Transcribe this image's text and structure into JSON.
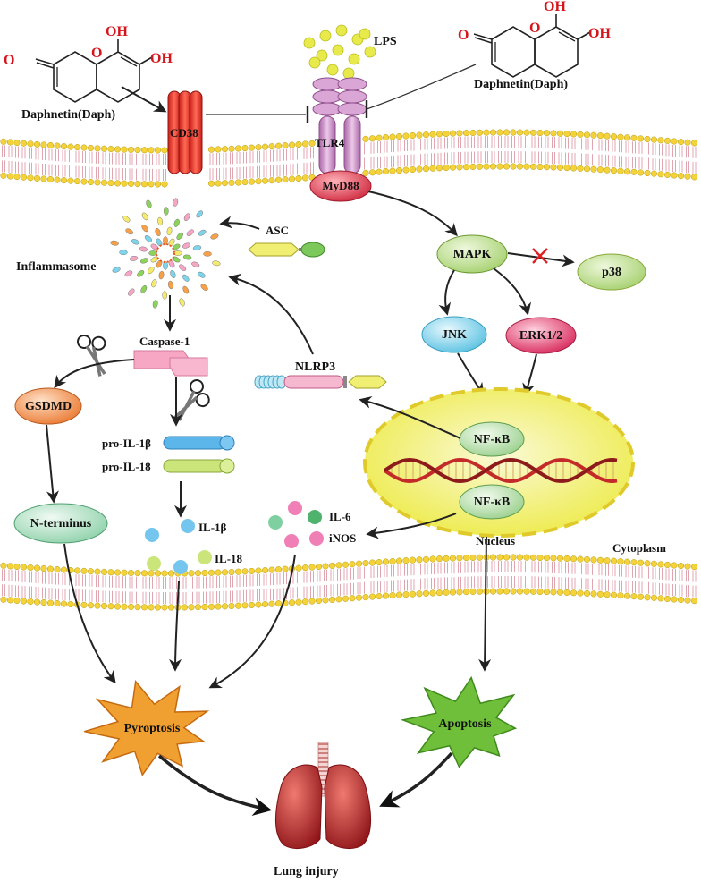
{
  "drug_left": {
    "name": "Daphnetin(Daph)",
    "oh1": "OH",
    "oh2": "OH",
    "carbonyl": "O",
    "ring_o": "O"
  },
  "drug_right": {
    "name": "Daphnetin(Daph)",
    "oh1": "OH",
    "oh2": "OH",
    "carbonyl": "O",
    "ring_o": "O"
  },
  "receptors": {
    "cd38": "CD38",
    "tlr4": "TLR4",
    "myd88": "MyD88",
    "lps": "LPS"
  },
  "mapk_branch": {
    "mapk": "MAPK",
    "p38": "p38",
    "jnk": "JNK",
    "erk": "ERK1/2"
  },
  "nucleus": {
    "nfkb_top": "NF-κB",
    "nfkb_bottom": "NF-κB",
    "label": "Nucleus"
  },
  "compartments": {
    "cytoplasm": "Cytoplasm"
  },
  "inflammasome": {
    "label": "Inflammasome",
    "asc": "ASC",
    "nlrp3": "NLRP3",
    "caspase": "Caspase-1",
    "gsdmd": "GSDMD",
    "n_terminus": "N-terminus",
    "pro_il1b": "pro-IL-1β",
    "pro_il18": "pro-IL-18",
    "il1b": "IL-1β",
    "il18": "IL-18"
  },
  "cytokines": {
    "il6": "IL-6",
    "inos": "iNOS"
  },
  "outcomes": {
    "pyroptosis": "Pyroptosis",
    "apoptosis": "Apoptosis",
    "lung_injury": "Lung injury"
  },
  "colors": {
    "cd38": "#e0322b",
    "tlr4": "#c786c2",
    "myd88": "#d6334b",
    "lps": "#e7ea4a",
    "mapk": "#b3d85a",
    "p38": "#cfe36a",
    "jnk": "#7fd3ea",
    "erk": "#e0366a",
    "nfkb": "#c5e7b7",
    "nucleus": "#f2ef62",
    "gsdmd": "#f08a45",
    "nterm": "#a9dcc0",
    "pyroptosis": "#f0a030",
    "apoptosis": "#6fbf3a",
    "lung": "#b81f25",
    "membrane_head": "#f4d23a",
    "membrane_tail": "#e0a6b0",
    "inhibit_x": "#e02020"
  }
}
